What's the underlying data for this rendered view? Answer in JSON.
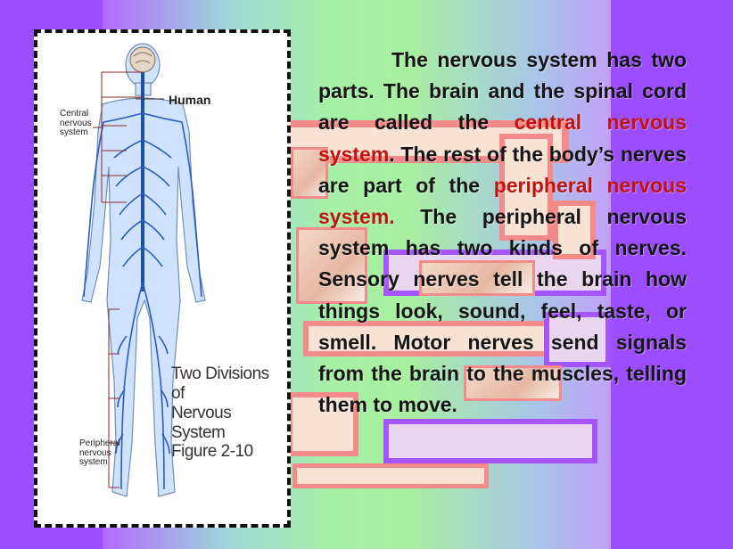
{
  "figure": {
    "label_human": "Human",
    "label_central": "Central nervous system",
    "label_peripheral": "Peripheral nervous system",
    "caption_line1": "Two Divisions of",
    "caption_line2": "Nervous System",
    "caption_line3": "Figure 2-10"
  },
  "paragraph": {
    "part1": "The nervous system has two parts.  The brain and the spinal cord are called the ",
    "highlight1": "central nervous system",
    "part2": ".  The rest of the body’s nerves are part of the ",
    "highlight2": "peripheral nervous system.",
    "part3": "  The peripheral nervous system has two kinds of nerves.  Sensory nerves tell the brain how things look, sound, feel, taste, or smell.  Motor nerves send signals from the brain to the muscles, telling them to move."
  },
  "colors": {
    "highlight": "#c0140f",
    "background": "#9b4dff",
    "frame_border": "#f58a8a"
  },
  "icons": [
    "human-nervous-system-illustration"
  ]
}
